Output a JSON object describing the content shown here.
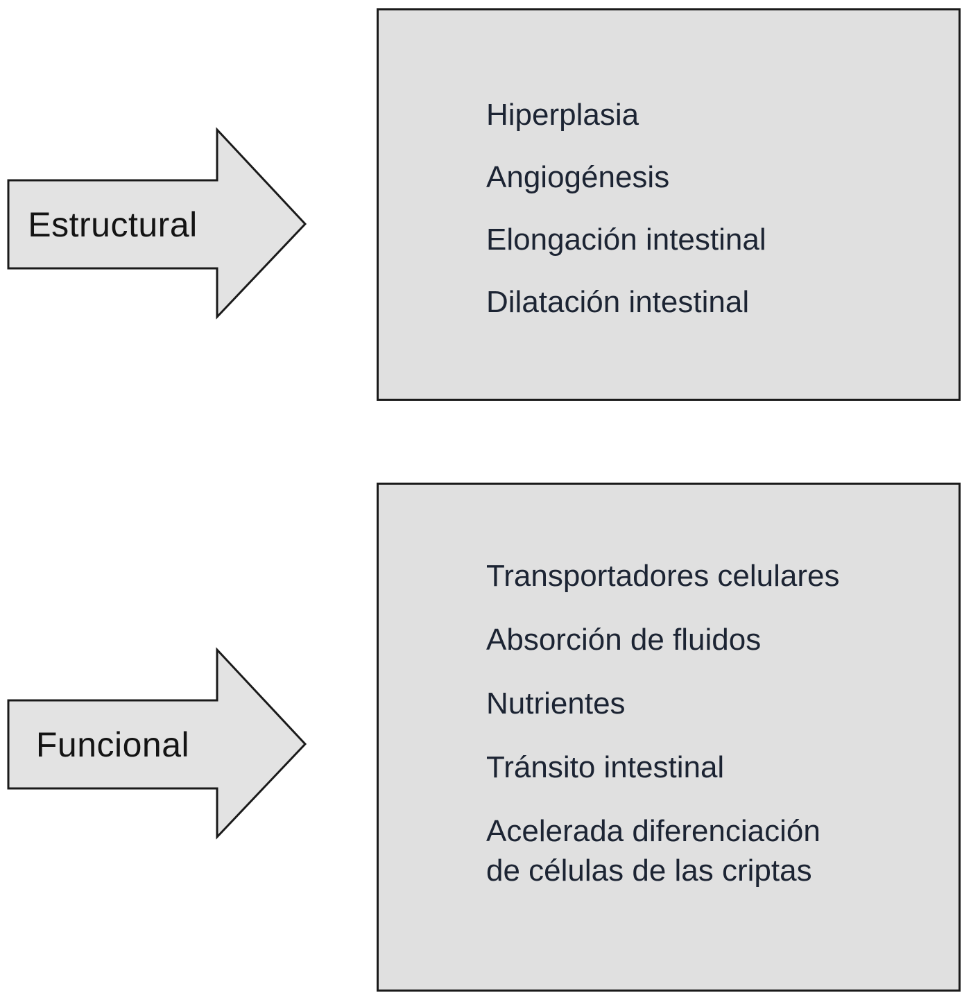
{
  "diagram": {
    "colors": {
      "background": "#ffffff",
      "box_fill": "#e0e0e0",
      "box_border": "#1a1a1a",
      "arrow_fill": "#e3e3e3",
      "arrow_border": "#1a1a1a",
      "text": "#1c2433",
      "arrow_label": "#141414"
    },
    "sections": [
      {
        "arrow_label": "Estructural",
        "items": [
          "Hiperplasia",
          "Angiogénesis",
          "Elongación intestinal",
          "Dilatación intestinal"
        ]
      },
      {
        "arrow_label": "Funcional",
        "items": [
          "Transportadores celulares",
          "Absorción de fluidos",
          "Nutrientes",
          "Tránsito intestinal",
          "Acelerada diferenciación\nde células de las criptas"
        ]
      }
    ]
  }
}
